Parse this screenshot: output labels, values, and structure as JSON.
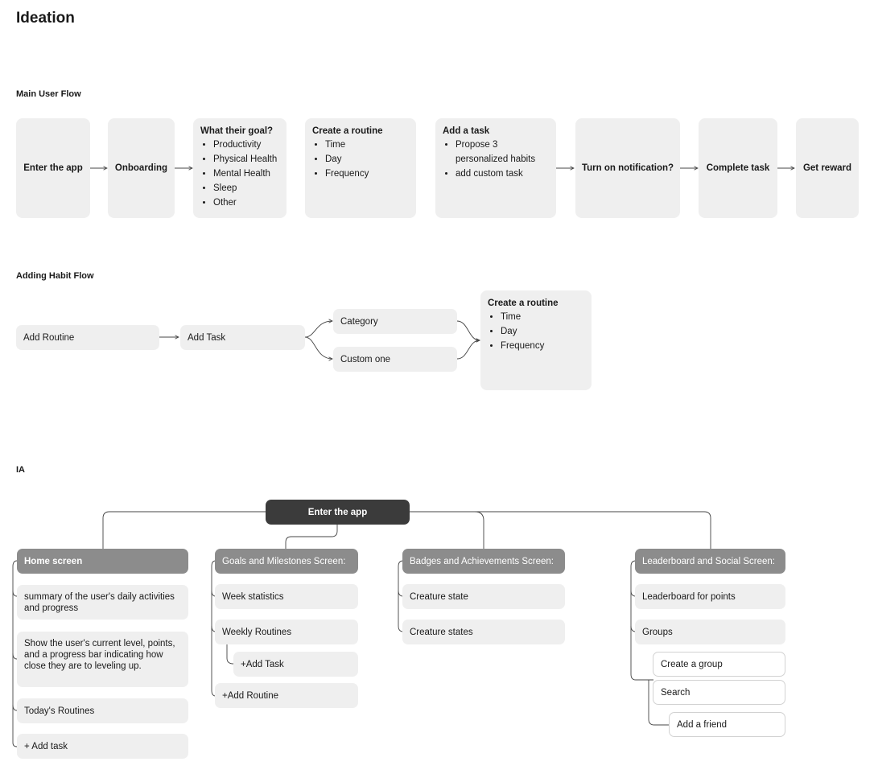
{
  "page_title": "Ideation",
  "main_flow": {
    "title": "Main User Flow",
    "enter_app": "Enter the app",
    "onboarding": "Onboarding",
    "goal": {
      "heading": "What their goal?",
      "items": [
        "Productivity",
        "Physical Health",
        "Mental Health",
        "Sleep",
        "Other"
      ]
    },
    "routine": {
      "heading": "Create a routine",
      "items": [
        "Time",
        "Day",
        "Frequency"
      ]
    },
    "task": {
      "heading": "Add a task",
      "items": [
        "Propose 3 personalized habits",
        "add custom task"
      ]
    },
    "notification": "Turn on notification?",
    "complete": "Complete task",
    "reward": "Get reward"
  },
  "habit_flow": {
    "title": "Adding Habit Flow",
    "add_routine": "Add Routine",
    "add_task": "Add Task",
    "category": "Category",
    "custom": "Custom one",
    "routine": {
      "heading": "Create a routine",
      "items": [
        "Time",
        "Day",
        "Frequency"
      ]
    }
  },
  "ia": {
    "title": "IA",
    "root": "Enter the app",
    "home": {
      "header": "Home screen",
      "items": [
        "summary of the user's daily activities and progress",
        "Show the user's current level, points, and a progress bar indicating how close they are to leveling up.",
        "Today's Routines",
        "+ Add task"
      ]
    },
    "goals": {
      "header": "Goals and Milestones Screen:",
      "week_stats": "Week statistics",
      "weekly_routines": "Weekly Routines",
      "add_task": "+Add Task",
      "add_routine": "+Add Routine"
    },
    "badges": {
      "header": "Badges and Achievements Screen:",
      "items": [
        "Creature state",
        "Creature states"
      ]
    },
    "leaderboard": {
      "header": "Leaderboard and Social Screen:",
      "points": "Leaderboard for points",
      "groups": "Groups",
      "create_group": "Create a group",
      "search": "Search",
      "add_friend": "Add a friend"
    }
  }
}
